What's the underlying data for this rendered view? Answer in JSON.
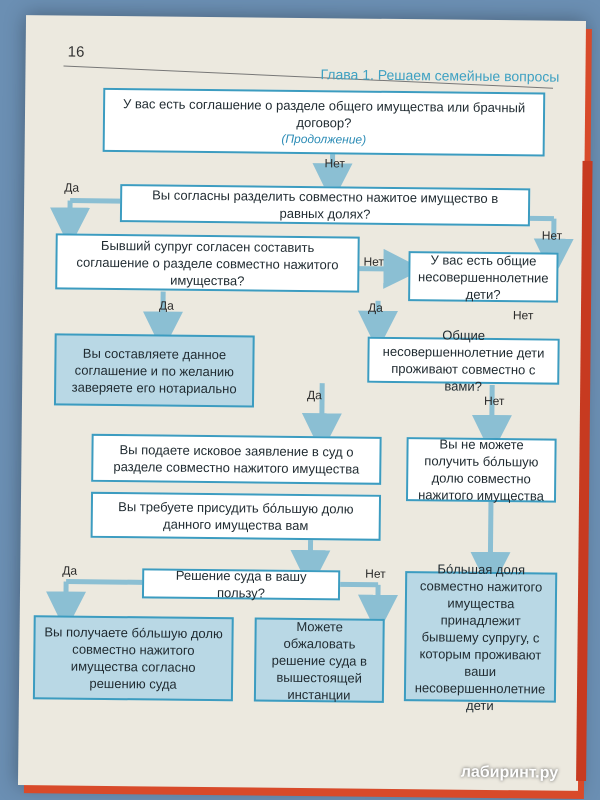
{
  "page_number": "16",
  "chapter": "Глава 1. Решаем семейные вопросы",
  "q1": {
    "text": "У вас есть соглашение о разделе общего имущества или брачный договор?",
    "sub": "(Продолжение)"
  },
  "q2": "Вы согласны разделить совместно нажитое имущество в равных долях?",
  "q3": "Бывший супруг согласен составить соглашение о разделе совместно нажитого имущества?",
  "q4": "У вас есть общие несовершеннолетние дети?",
  "q5": "Общие несовершеннолетние дети проживают совместно с вами?",
  "a1": "Вы составляете данное соглашение и по желанию заверяете его нотариально",
  "a2": "Вы подаете исковое заявление в суд о разделе совместно нажитого имущества",
  "a3": "Вы требуете присудить бо́льшую долю данного имущества вам",
  "q6": "Решение суда в вашу пользу?",
  "a4": "Вы не можете получить бо́льшую долю совместно нажитого имущества",
  "a5": "Вы получаете бо́льшую долю совместно нажитого имущества согласно решению суда",
  "a6": "Можете обжаловать решение суда в вышестоящей инстанции",
  "a7": "Бо́льшая доля совместно нажитого имущества принадлежит бывшему супругу, с которым проживают ваши несовершеннолетние дети",
  "labels": {
    "yes": "Да",
    "no": "Нет"
  },
  "watermark": "лабиринт.ру"
}
